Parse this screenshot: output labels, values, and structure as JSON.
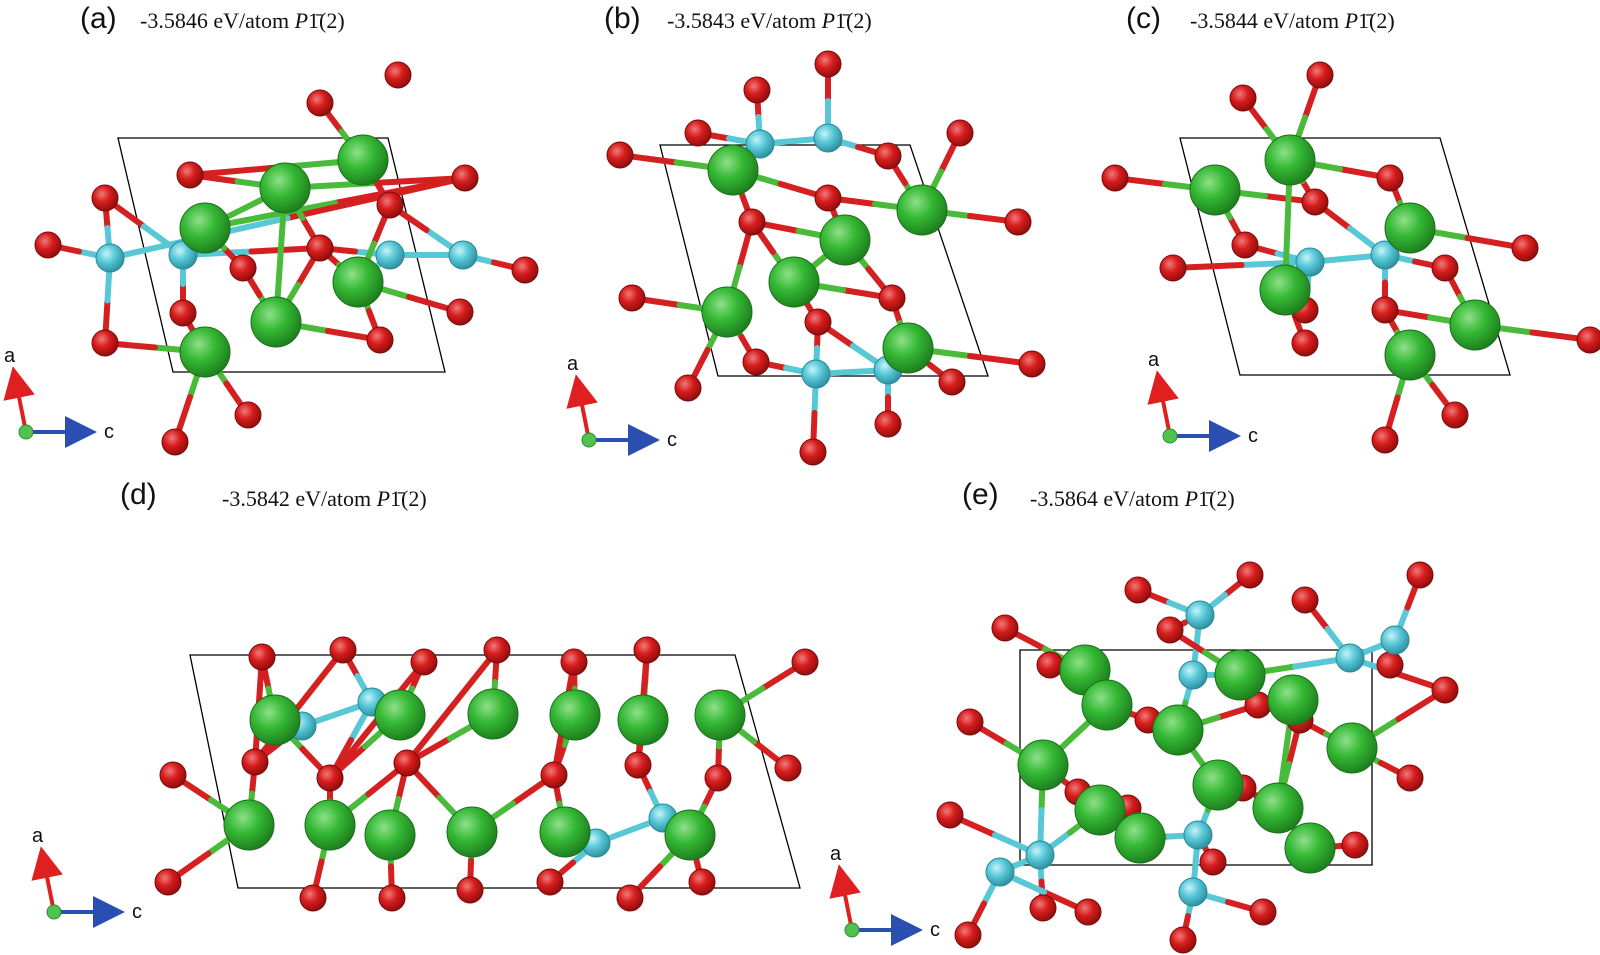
{
  "colors": {
    "atom_large": "#2fb52f",
    "atom_small": "#d81e1e",
    "atom_medium": "#4fc7d8",
    "bond_red": "#d42020",
    "bond_green": "#4aba3a",
    "bond_cyan": "#58c8d6",
    "cell_edge": "#000000",
    "axis_a": "#e02020",
    "axis_c": "#2a4fb0",
    "axis_origin": "#4fc24f"
  },
  "panels": [
    {
      "id": "a",
      "label": "(a)",
      "energy": "-3.5846 eV/atom",
      "space_group": "P",
      "space_group_rest": "1̄(2)",
      "axis_a": "a",
      "axis_c": "c"
    },
    {
      "id": "b",
      "label": "(b)",
      "energy": "-3.5843 eV/atom",
      "space_group": "P",
      "space_group_rest": "1̄(2)",
      "axis_a": "a",
      "axis_c": "c"
    },
    {
      "id": "c",
      "label": "(c)",
      "energy": "-3.5844 eV/atom",
      "space_group": "P",
      "space_group_rest": "1̄(2)",
      "axis_a": "a",
      "axis_c": "c"
    },
    {
      "id": "d",
      "label": "(d)",
      "energy": "-3.5842 eV/atom",
      "space_group": "P",
      "space_group_rest": "1̄(2)",
      "axis_a": "a",
      "axis_c": "c"
    },
    {
      "id": "e",
      "label": "(e)",
      "energy": "-3.5864 eV/atom",
      "space_group": "P",
      "space_group_rest": "1̄(2)",
      "axis_a": "a",
      "axis_c": "c"
    }
  ]
}
